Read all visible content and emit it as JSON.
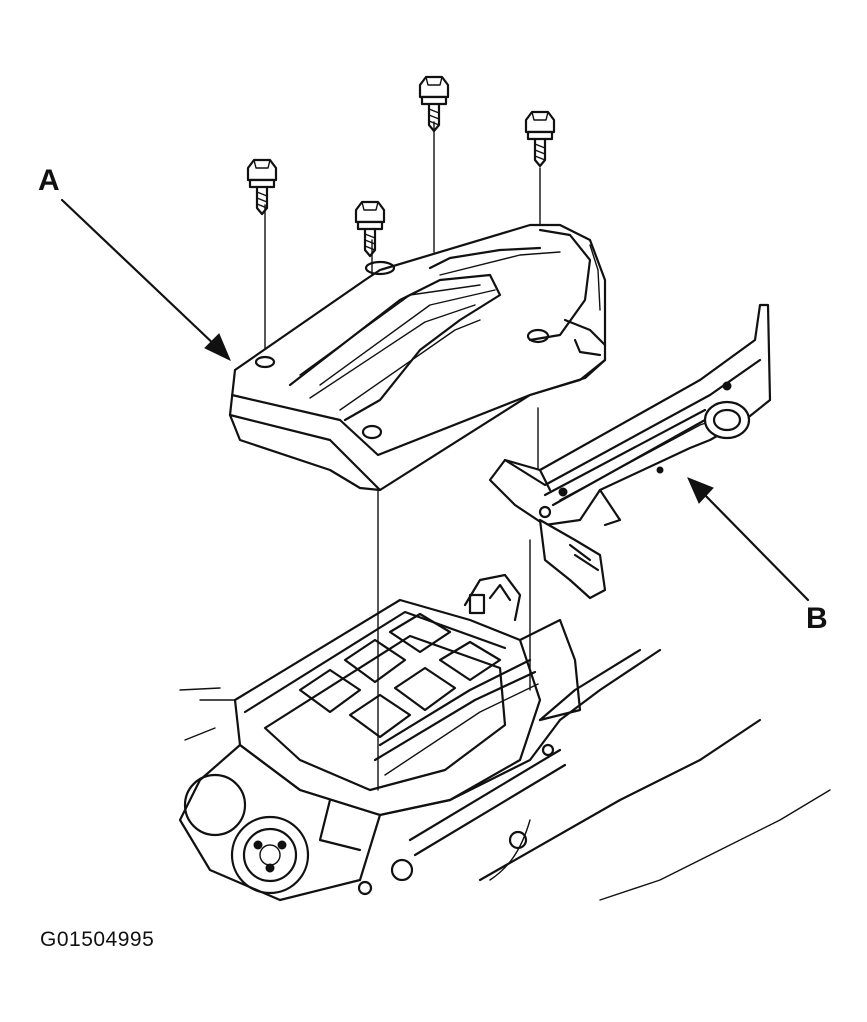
{
  "labels": {
    "a": "A",
    "b": "B"
  },
  "figure_id": "G01504995",
  "colors": {
    "ink": "#111111",
    "background": "#ffffff"
  }
}
